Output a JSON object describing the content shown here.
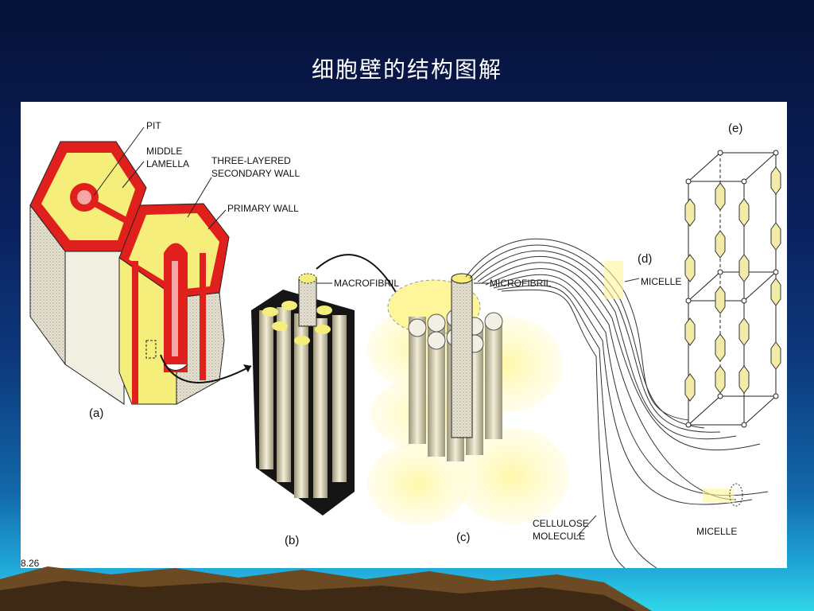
{
  "slide": {
    "title": "细胞壁的结构图解"
  },
  "figure": {
    "labels": {
      "pit": "PIT",
      "middle_lamella_1": "MIDDLE",
      "middle_lamella_2": "LAMELLA",
      "three_layered_1": "THREE-LAYERED",
      "three_layered_2": "SECONDARY WALL",
      "primary_wall": "PRIMARY WALL",
      "macrofibril": "MACROFIBRIL",
      "microfibril": "MICROFIBRIL",
      "micelle_top": "MICELLE",
      "micelle_bottom": "MICELLE",
      "cellulose_1": "CELLULOSE",
      "cellulose_2": "MOLECULE",
      "fig_ref": "8.26"
    },
    "panel_tags": {
      "a": "(a)",
      "b": "(b)",
      "c": "(c)",
      "d": "(d)",
      "e": "(e)"
    },
    "colors": {
      "wall_red": "#e0201c",
      "wall_yellow": "#f6ee7a",
      "glow": "#fff59a",
      "background_dark": "#061238"
    }
  }
}
